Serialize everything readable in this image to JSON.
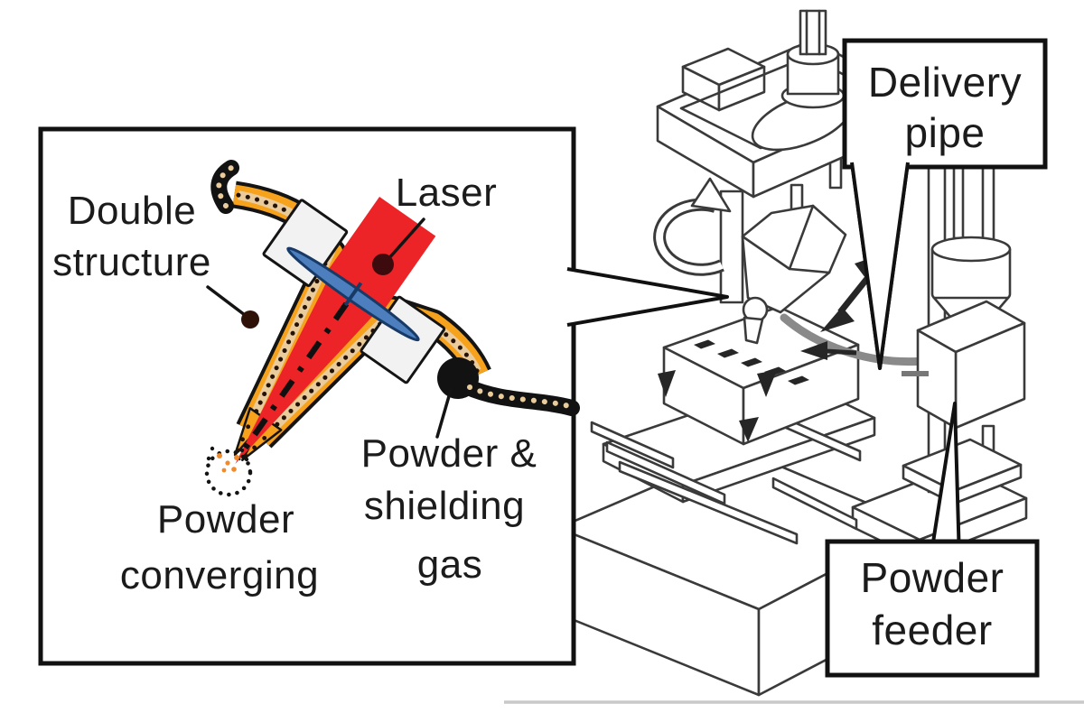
{
  "inset": {
    "labels": {
      "double_structure": {
        "line1": "Double",
        "line2": "structure"
      },
      "laser": "Laser",
      "powder_shielding_gas": {
        "line1": "Powder &",
        "line2": "shielding",
        "line3": "gas"
      },
      "powder_converging": {
        "line1": "Powder",
        "line2": "converging"
      }
    }
  },
  "callouts": {
    "delivery_pipe": {
      "line1": "Delivery",
      "line2": "pipe"
    },
    "powder_feeder": {
      "line1": "Powder",
      "line2": "feeder"
    }
  },
  "colors": {
    "laser_red": "#EC2427",
    "nozzle_orange": "#F6A21C",
    "powder_tan": "#EACB9C",
    "lens_blue": "#4D7EBE",
    "lens_outline": "#173A66",
    "pipe_gray": "#8A8A8A",
    "callout_border": "#111111",
    "text": "#1B1B1B",
    "background": "#FFFFFF"
  }
}
